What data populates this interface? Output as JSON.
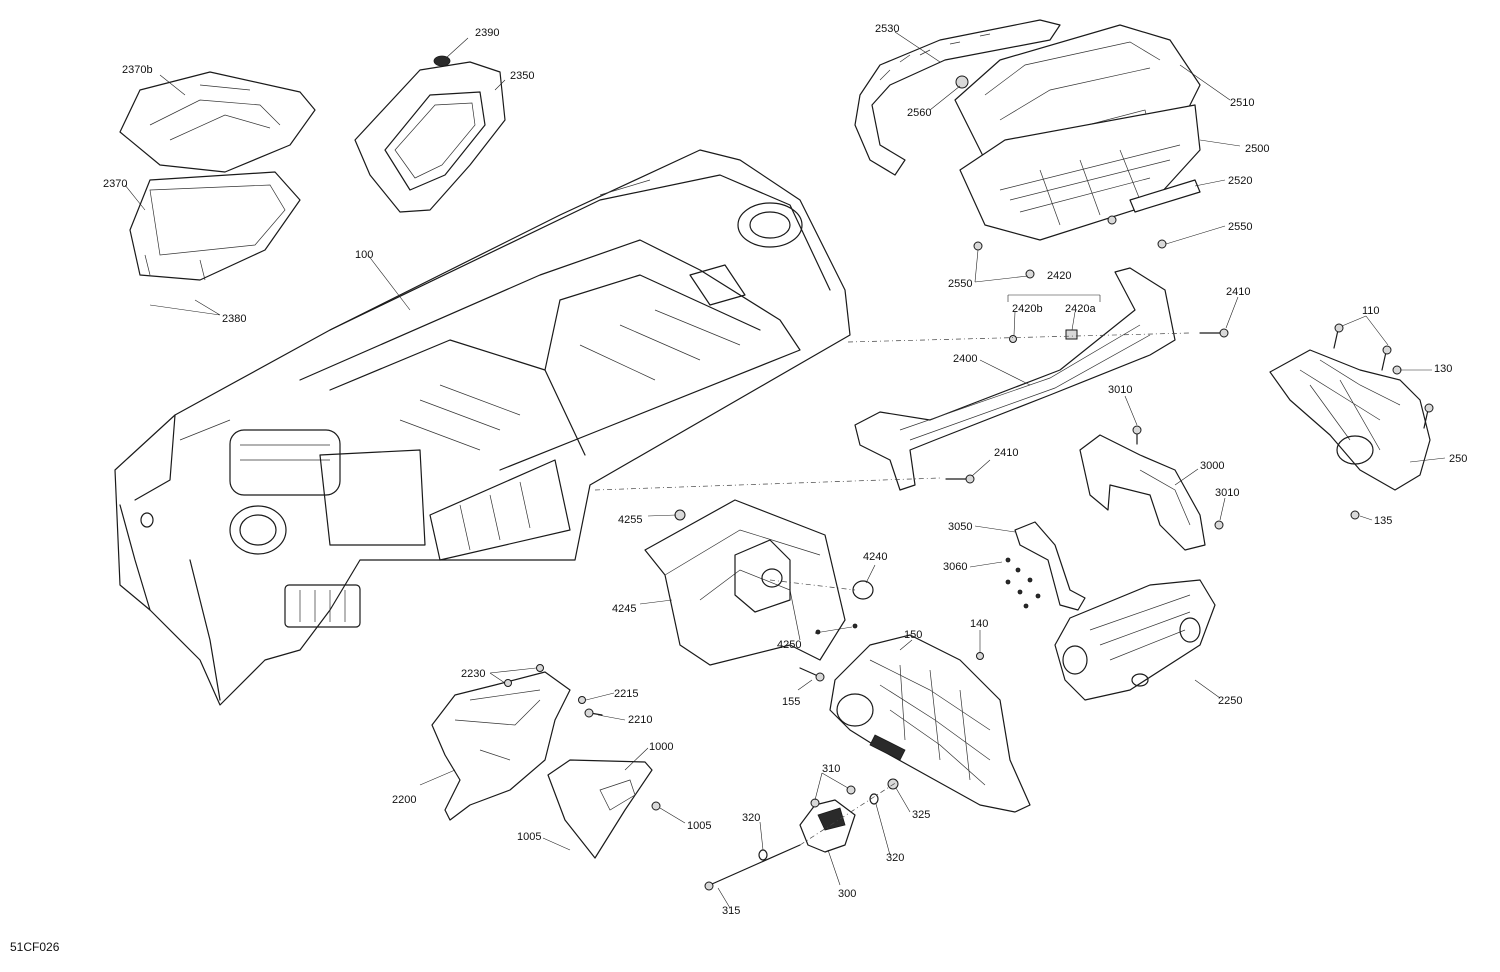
{
  "diagram_code": "51CF026",
  "labels": {
    "l2390": "2390",
    "l2370b": "2370b",
    "l2350": "2350",
    "l2370": "2370",
    "l2380": "2380",
    "l2530": "2530",
    "l2510": "2510",
    "l2560": "2560",
    "l2500": "2500",
    "l2520": "2520",
    "l2550a": "2550",
    "l2550b": "2550",
    "l100": "100",
    "l2420": "2420",
    "l2420b": "2420b",
    "l2420a": "2420a",
    "l2410a": "2410",
    "l2410b": "2410",
    "l2400": "2400",
    "l110": "110",
    "l130": "130",
    "l250": "250",
    "l135": "135",
    "l3010a": "3010",
    "l3010b": "3010",
    "l3000": "3000",
    "l3050": "3050",
    "l3060": "3060",
    "l4255": "4255",
    "l4240": "4240",
    "l4245": "4245",
    "l4250": "4250",
    "l150": "150",
    "l140": "140",
    "l155": "155",
    "l2250": "2250",
    "l2230": "2230",
    "l2215": "2215",
    "l2210": "2210",
    "l2200": "2200",
    "l1000": "1000",
    "l1005a": "1005",
    "l1005b": "1005",
    "l310": "310",
    "l325": "325",
    "l320a": "320",
    "l320b": "320",
    "l300": "300",
    "l315": "315"
  }
}
